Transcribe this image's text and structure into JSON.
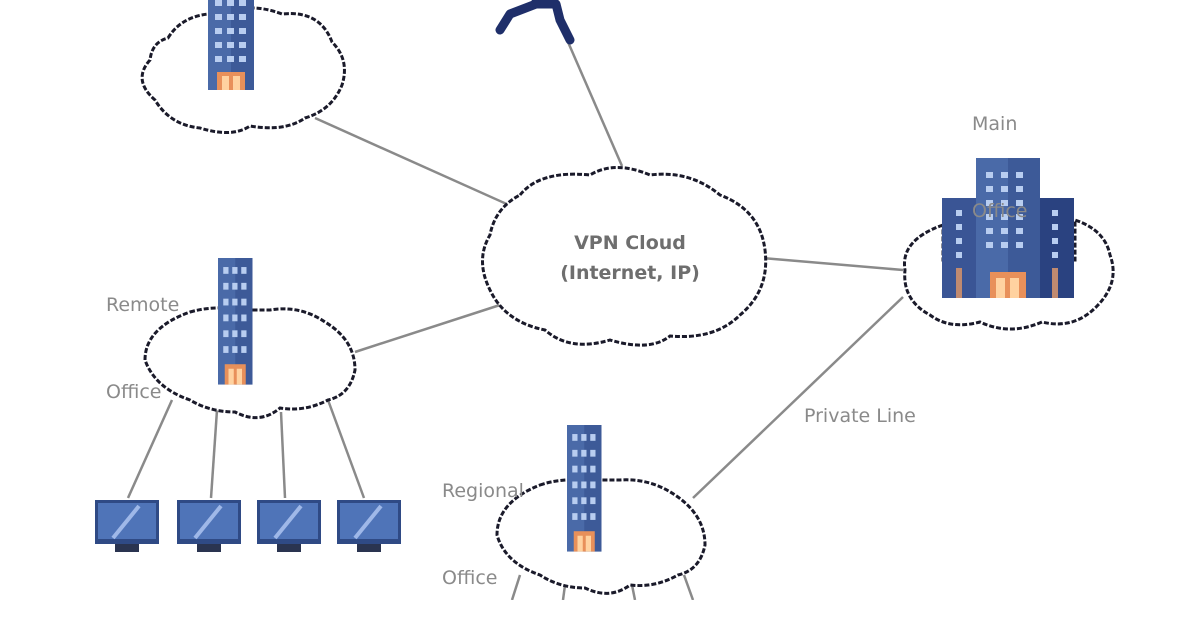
{
  "diagram": {
    "title": "VPN network topology",
    "colors": {
      "building": "#4a6aa8",
      "building_dark": "#2f4a85",
      "window": "#b8cdf0",
      "door": "#f0a060",
      "cloud_stroke": "#1a1a2a",
      "link": "#8a8a8a",
      "monitor": "#4f74b8",
      "person": "#1f2f6a"
    },
    "nodes": {
      "vpn_cloud": {
        "label_line1": "VPN Cloud",
        "label_line2": "(Internet, IP)"
      },
      "main_office": {
        "label_line1": "Main",
        "label_line2": "Office"
      },
      "remote_office": {
        "label_line1": "Remote",
        "label_line2": "Office"
      },
      "regional_office": {
        "label_line1": "Regional",
        "label_line2": "Office"
      },
      "top_office": {
        "label_line1": "",
        "label_line2": ""
      },
      "mobile_user": {
        "label": ""
      }
    },
    "links": {
      "private_line": {
        "label": "Private Line"
      }
    },
    "remote_workstations": 4
  }
}
